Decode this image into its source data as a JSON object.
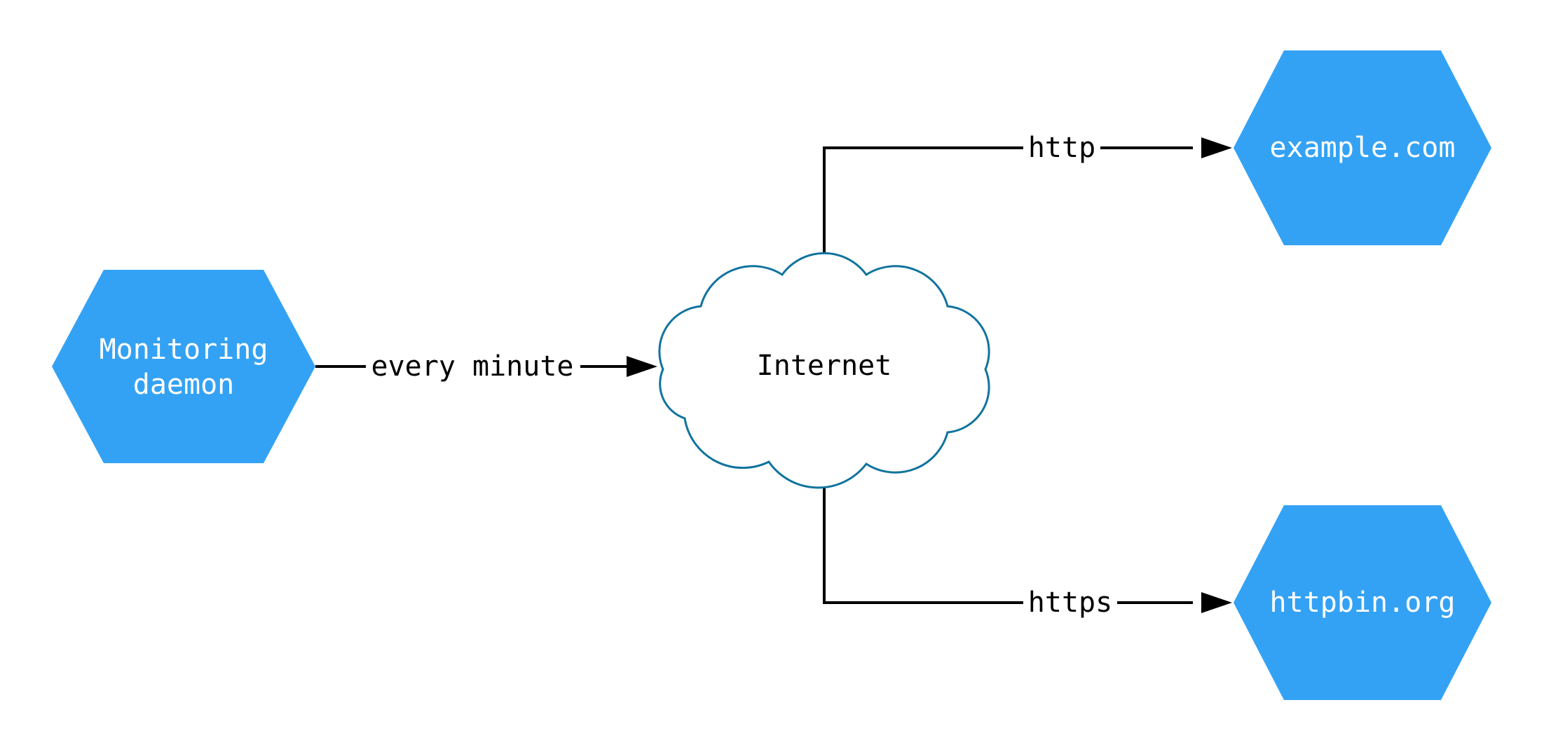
{
  "diagram": {
    "title": "monitoring-daemon-network-diagram",
    "colors": {
      "background": "#ffffff",
      "node_fill": "#34a2f4",
      "node_text": "#ffffff",
      "cloud_stroke": "#10739e",
      "cloud_fill": "#ffffff",
      "edge_color": "#000000",
      "edge_text": "#000000"
    },
    "nodes": {
      "monitoring": {
        "shape": "hexagon",
        "label_line1": "Monitoring",
        "label_line2": "daemon"
      },
      "internet": {
        "shape": "cloud",
        "label": "Internet"
      },
      "example": {
        "shape": "hexagon",
        "label": "example.com"
      },
      "httpbin": {
        "shape": "hexagon",
        "label": "httpbin.org"
      }
    },
    "edges": {
      "every_minute": {
        "from": "monitoring",
        "to": "internet",
        "label": "every minute"
      },
      "http": {
        "from": "internet",
        "to": "example",
        "label": "http"
      },
      "https": {
        "from": "internet",
        "to": "httpbin",
        "label": "https"
      }
    }
  }
}
